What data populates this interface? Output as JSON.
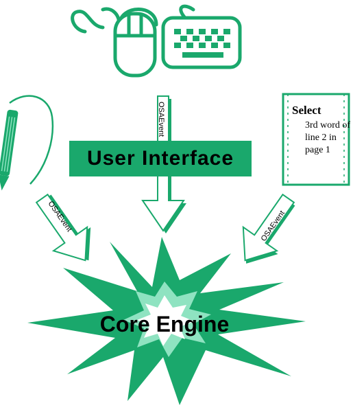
{
  "diagram": {
    "title": "User Interface",
    "core_label": "Core Engine",
    "event_label_top": "OSAEvent",
    "event_label_left": "OSAEvent",
    "event_label_right": "OSAEvent",
    "document": {
      "heading": "Select",
      "lines": [
        "3rd word of",
        "line 2 in",
        "page 1"
      ]
    },
    "colors": {
      "accent": "#1aa86c",
      "light": "#8fe3c1",
      "stroke": "#1aa86c",
      "text": "#000000"
    },
    "icons": [
      "mouse-icon",
      "keyboard-icon",
      "pen-icon",
      "document-icon"
    ]
  }
}
